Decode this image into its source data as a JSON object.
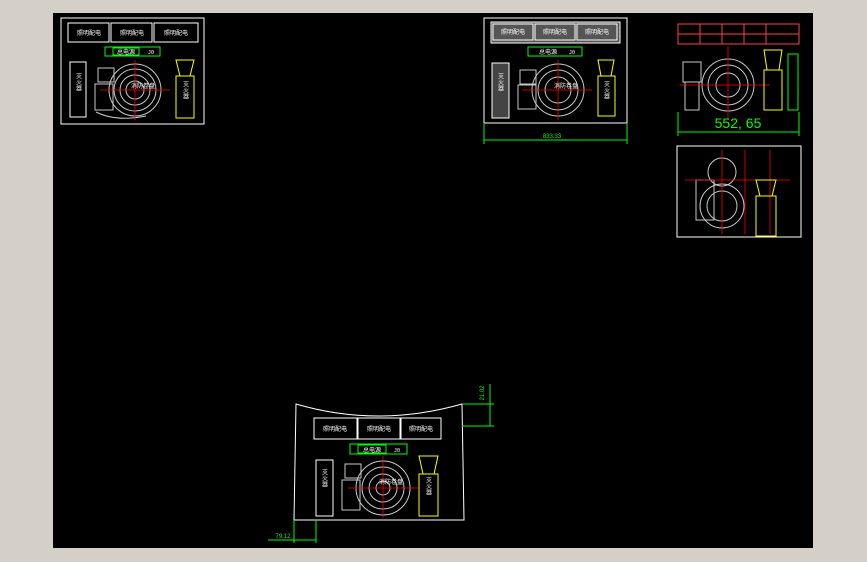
{
  "drawing": {
    "cabinet_button_label": "照明配电",
    "main_switch_label": "总电源",
    "switch_code": "J0",
    "extinguisher_label": "灭火器",
    "reel_label": "消防卷盘",
    "dimensions": {
      "top_width": "833.33",
      "side_width": "552, 65",
      "front_height": "21.02",
      "front_offset": "79.12"
    }
  },
  "colors": {
    "background": "#000000",
    "frame": "#d4d0c8",
    "outline": "#ffffff",
    "dimension": "#00ff00",
    "extinguisher": "#ffff00",
    "centerline": "#ff0000",
    "detail": "#c8c8c8"
  }
}
